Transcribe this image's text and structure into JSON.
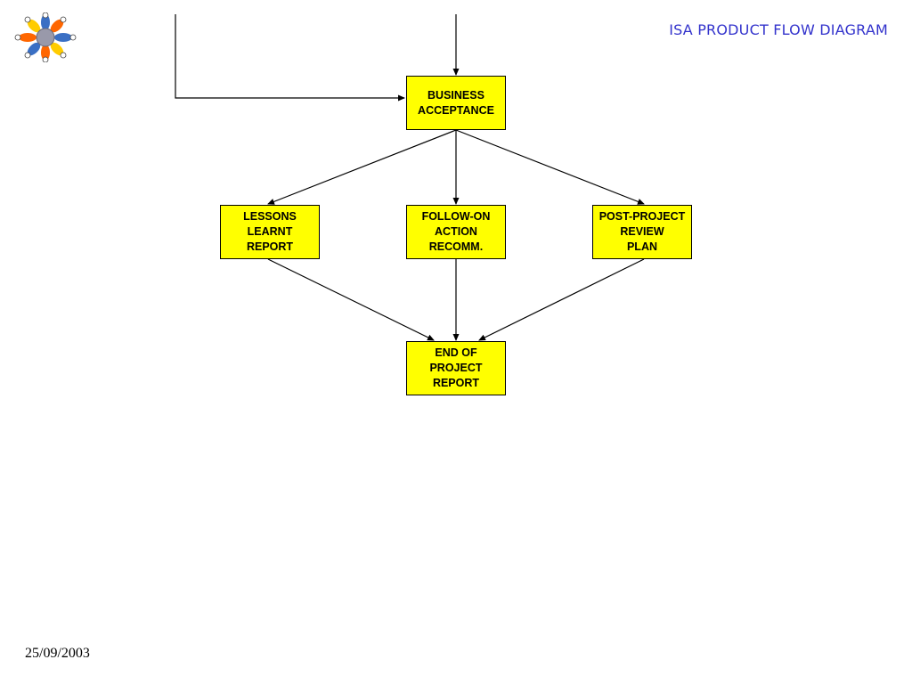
{
  "slide": {
    "title": "ISA PRODUCT FLOW DIAGRAM",
    "date": "25/09/2003",
    "logo_icon": "flower-people-logo-icon"
  },
  "colors": {
    "title": "#3333cc",
    "box_fill": "#ffff00",
    "box_border": "#000000",
    "line": "#000000"
  },
  "nodes": {
    "business_acceptance": "BUSINESS\nACCEPTANCE",
    "lessons_learnt": "LESSONS\nLEARNT\nREPORT",
    "follow_on": "FOLLOW-ON\nACTION\nRECOMM.",
    "post_project": "POST-PROJECT\nREVIEW\nPLAN",
    "end_of_project": "END OF\nPROJECT\nREPORT"
  },
  "edges": [
    {
      "from": "(above, left)",
      "to": "business_acceptance"
    },
    {
      "from": "(above, center)",
      "to": "business_acceptance"
    },
    {
      "from": "business_acceptance",
      "to": "lessons_learnt"
    },
    {
      "from": "business_acceptance",
      "to": "follow_on"
    },
    {
      "from": "business_acceptance",
      "to": "post_project"
    },
    {
      "from": "lessons_learnt",
      "to": "end_of_project"
    },
    {
      "from": "follow_on",
      "to": "end_of_project"
    },
    {
      "from": "post_project",
      "to": "end_of_project"
    }
  ]
}
